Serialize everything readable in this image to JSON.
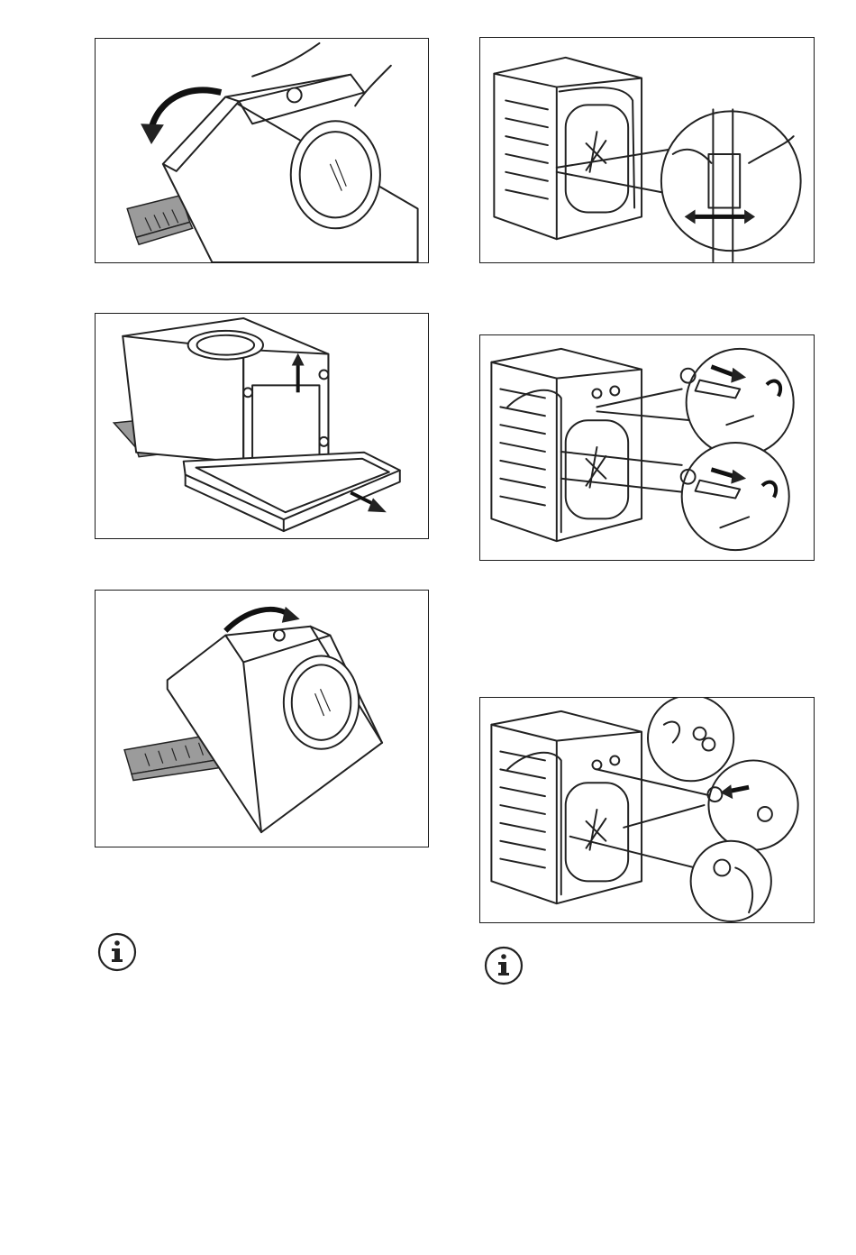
{
  "figures": [
    {
      "id": "tilt-back"
    },
    {
      "id": "remove-base"
    },
    {
      "id": "tilt-forward"
    },
    {
      "id": "release-hose-clips"
    },
    {
      "id": "remove-transit-bolts"
    },
    {
      "id": "insert-plastic-caps"
    }
  ],
  "info_notes": [
    {
      "icon": "info-icon",
      "text": ""
    },
    {
      "icon": "info-icon",
      "text": ""
    }
  ],
  "colors": {
    "line": "#222222",
    "packaging_grey": "#9b9b9b",
    "border": "#1a1a1a"
  }
}
